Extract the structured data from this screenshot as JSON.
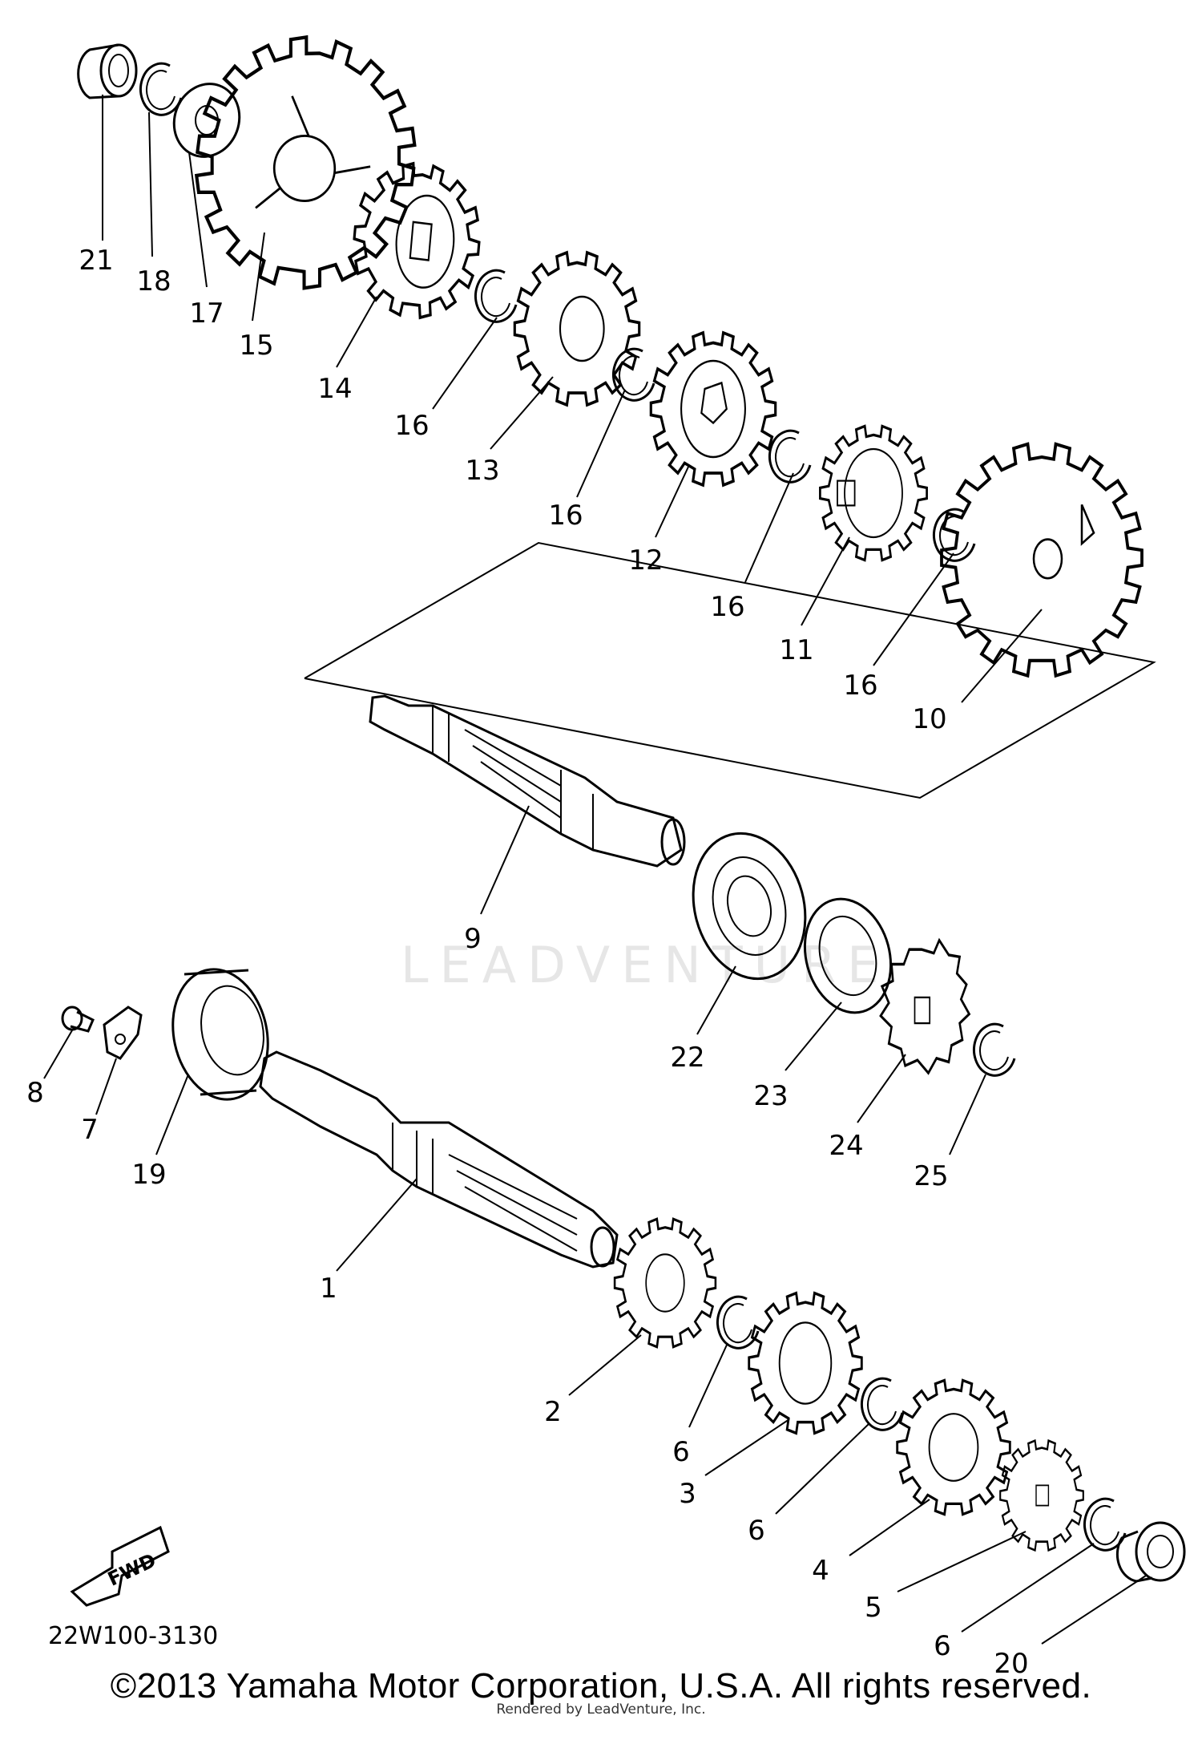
{
  "diagram": {
    "part_code": "22W100-3130",
    "fwd_label": "FWD",
    "watermark": "LEADVENTURE"
  },
  "callouts": [
    "21",
    "18",
    "17",
    "15",
    "14",
    "16",
    "13",
    "16",
    "12",
    "16",
    "11",
    "16",
    "10",
    "9",
    "22",
    "23",
    "24",
    "25",
    "8",
    "7",
    "19",
    "1",
    "2",
    "6",
    "3",
    "6",
    "4",
    "5",
    "6",
    "20"
  ],
  "footer": {
    "copyright": "©2013 Yamaha Motor Corporation, U.S.A. All rights reserved.",
    "rendered_by": "Rendered by LeadVenture, Inc."
  }
}
